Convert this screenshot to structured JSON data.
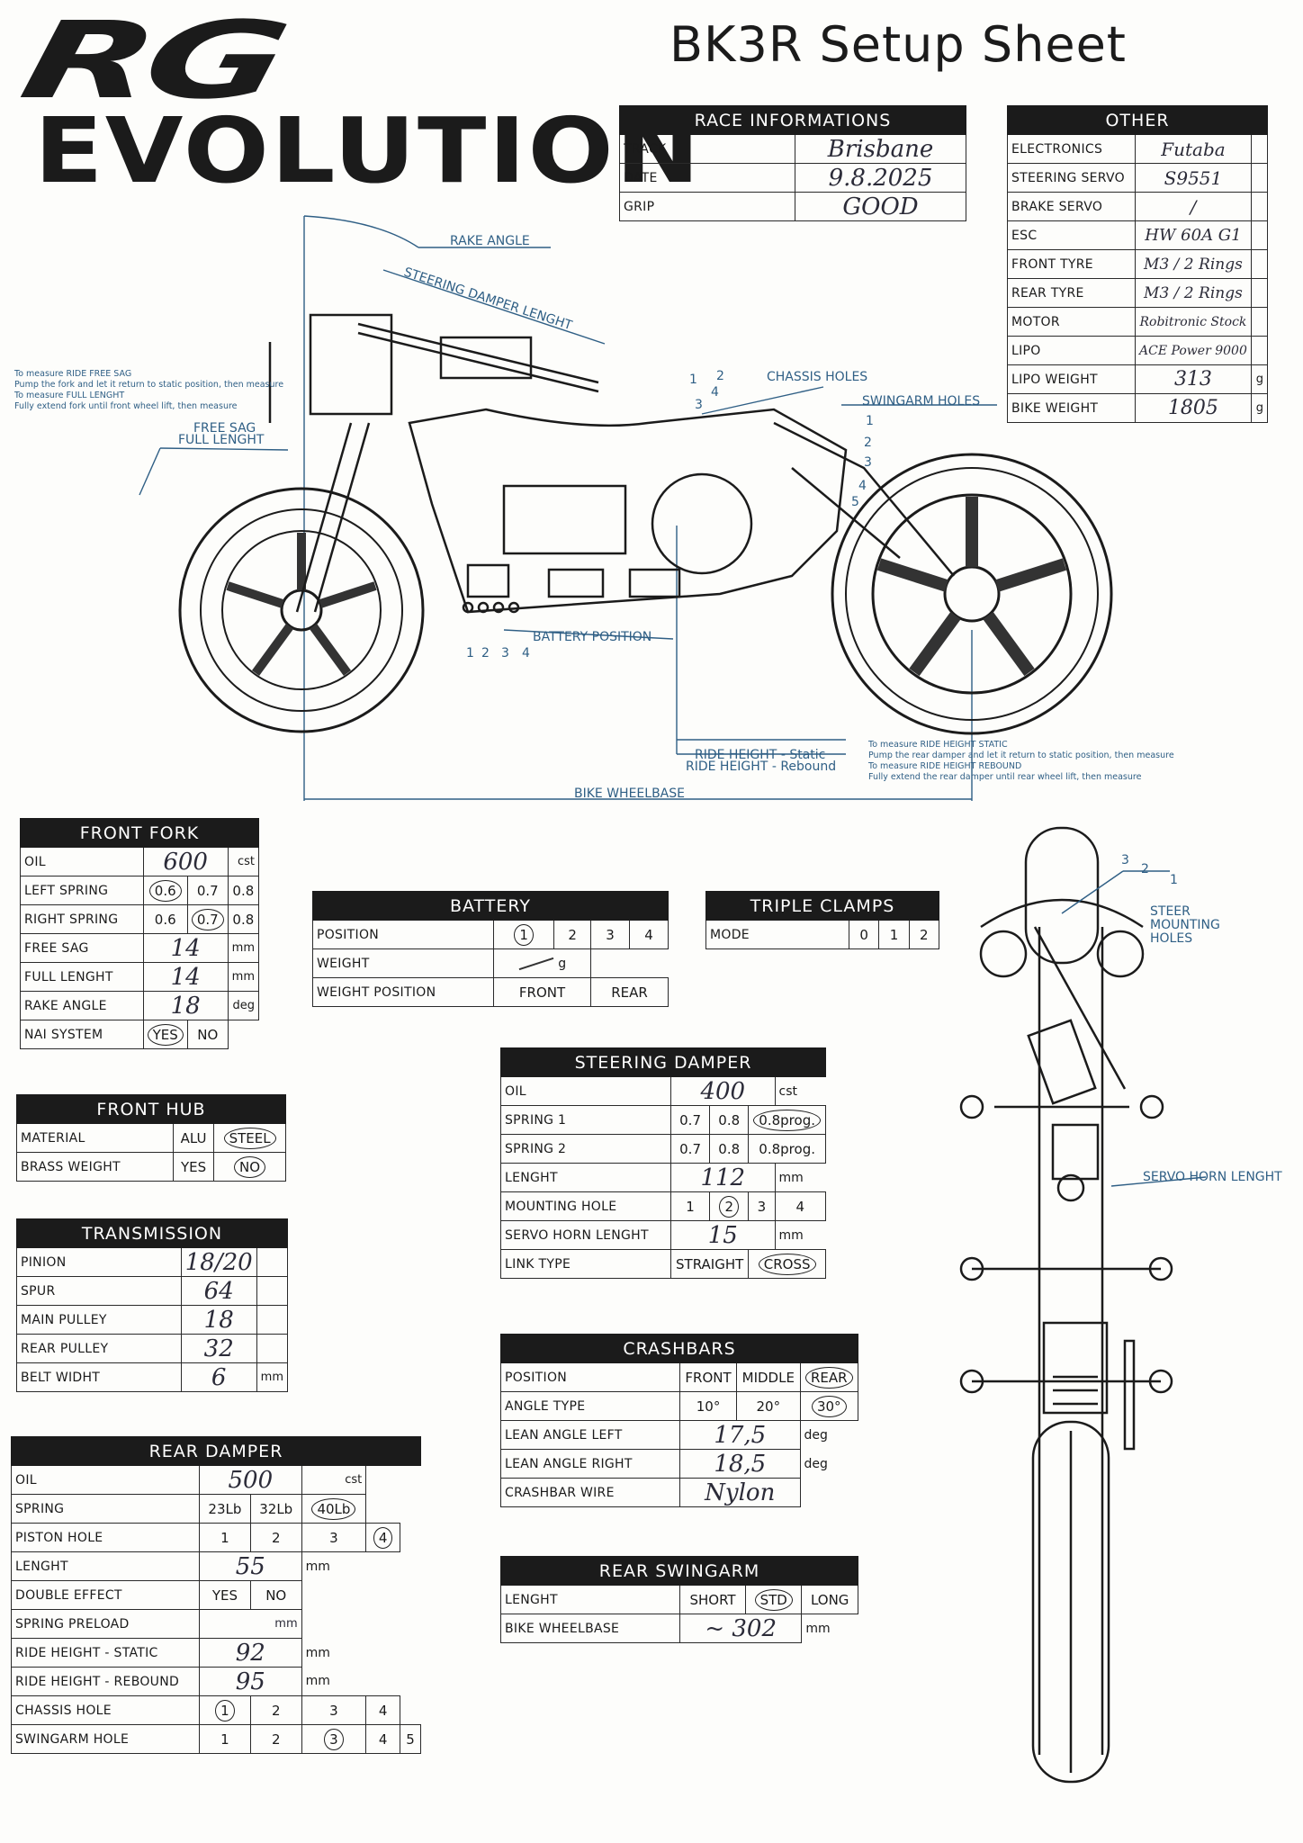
{
  "logo": {
    "line1": "RG",
    "line2": "EVOLUTION"
  },
  "title": "BK3R Setup Sheet",
  "race": {
    "header": "RACE INFORMATIONS",
    "rows": [
      {
        "label": "TRACK",
        "value": "Brisbane"
      },
      {
        "label": "DATE",
        "value": "9.8.2025"
      },
      {
        "label": "GRIP",
        "value": "GOOD"
      }
    ]
  },
  "other": {
    "header": "OTHER",
    "rows": [
      {
        "label": "ELECTRONICS",
        "value": "Futaba",
        "unit": ""
      },
      {
        "label": "STEERING SERVO",
        "value": "S9551",
        "unit": ""
      },
      {
        "label": "BRAKE SERVO",
        "value": "/",
        "unit": ""
      },
      {
        "label": "ESC",
        "value": "HW 60A G1",
        "unit": ""
      },
      {
        "label": "FRONT TYRE",
        "value": "M3 / 2 Rings",
        "unit": ""
      },
      {
        "label": "REAR TYRE",
        "value": "M3 / 2 Rings",
        "unit": ""
      },
      {
        "label": "MOTOR",
        "value": "Robitronic Stock",
        "unit": ""
      },
      {
        "label": "LIPO",
        "value": "ACE Power 9000",
        "unit": ""
      },
      {
        "label": "LIPO WEIGHT",
        "value": "313",
        "unit": "g"
      },
      {
        "label": "BIKE WEIGHT",
        "value": "1805",
        "unit": "g"
      }
    ]
  },
  "diagram_labels": {
    "rake_angle": "RAKE ANGLE",
    "steering_damper_length": "STEERING DAMPER LENGHT",
    "chassis_holes": "CHASSIS HOLES",
    "swingarm_holes": "SWINGARM HOLES",
    "free_sag": "FREE SAG",
    "full_length": "FULL LENGHT",
    "battery_position": "BATTERY POSITION",
    "ride_height_static": "RIDE HEIGHT - Static",
    "ride_height_rebound": "RIDE HEIGHT - Rebound",
    "bike_wheelbase": "BIKE WHEELBASE",
    "steer_mounting_holes": "STEER MOUNTING HOLES",
    "servo_horn_length": "SERVO HORN LENGHT",
    "chassis_hole_numbers": [
      "1",
      "2",
      "3",
      "4"
    ],
    "swingarm_hole_numbers": [
      "1",
      "2",
      "3",
      "4",
      "5"
    ],
    "battery_numbers": [
      "1",
      "2",
      "3",
      "4"
    ],
    "steer_hole_numbers": [
      "3",
      "2",
      "1"
    ],
    "note_front": [
      "To measure RIDE FREE SAG",
      "Pump the fork and let it return to static position, then measure",
      "To measure FULL LENGHT",
      "Fully extend fork until front wheel lift, then measure"
    ],
    "note_rear": [
      "To measure RIDE HEIGHT STATIC",
      "Pump the rear damper and let it return to static position, then measure",
      "To measure RIDE HEIGHT REBOUND",
      "Fully extend the rear damper until rear wheel lift, then measure"
    ]
  },
  "front_fork": {
    "header": "FRONT FORK",
    "oil": {
      "label": "OIL",
      "value": "600",
      "unit": "cst"
    },
    "left_spring": {
      "label": "LEFT SPRING",
      "options": [
        "0.6",
        "0.7",
        "0.8"
      ],
      "selected": "0.6"
    },
    "right_spring": {
      "label": "RIGHT SPRING",
      "options": [
        "0.6",
        "0.7",
        "0.8"
      ],
      "selected": "0.7"
    },
    "free_sag": {
      "label": "FREE SAG",
      "value": "14",
      "unit": "mm"
    },
    "full_length": {
      "label": "FULL LENGHT",
      "value": "14",
      "unit": "mm"
    },
    "rake_angle": {
      "label": "RAKE ANGLE",
      "value": "18",
      "unit": "deg"
    },
    "nai_system": {
      "label": "NAI SYSTEM",
      "options": [
        "YES",
        "NO"
      ],
      "selected": "YES"
    }
  },
  "front_hub": {
    "header": "FRONT HUB",
    "material": {
      "label": "MATERIAL",
      "options": [
        "ALU",
        "STEEL"
      ],
      "selected": "STEEL"
    },
    "brass_weight": {
      "label": "BRASS WEIGHT",
      "options": [
        "YES",
        "NO"
      ],
      "selected": "NO"
    }
  },
  "transmission": {
    "header": "TRANSMISSION",
    "rows": [
      {
        "label": "PINION",
        "value": "18/20",
        "unit": ""
      },
      {
        "label": "SPUR",
        "value": "64",
        "unit": ""
      },
      {
        "label": "MAIN PULLEY",
        "value": "18",
        "unit": ""
      },
      {
        "label": "REAR PULLEY",
        "value": "32",
        "unit": ""
      },
      {
        "label": "BELT WIDHT",
        "value": "6",
        "unit": "mm"
      }
    ]
  },
  "rear_damper": {
    "header": "REAR DAMPER",
    "oil": {
      "label": "OIL",
      "value": "500",
      "unit": "cst"
    },
    "spring": {
      "label": "SPRING",
      "options": [
        "23Lb",
        "32Lb",
        "40Lb"
      ],
      "selected": "40Lb"
    },
    "piston_hole": {
      "label": "PISTON HOLE",
      "options": [
        "1",
        "2",
        "3",
        "4"
      ],
      "selected": "4"
    },
    "length": {
      "label": "LENGHT",
      "value": "55",
      "unit": "mm"
    },
    "double_effect": {
      "label": "DOUBLE EFFECT",
      "options": [
        "YES",
        "NO"
      ],
      "selected": ""
    },
    "spring_preload": {
      "label": "SPRING PRELOAD",
      "value": "",
      "unit": "mm"
    },
    "ride_height_static": {
      "label": "RIDE HEIGHT - STATIC",
      "value": "92",
      "unit": "mm"
    },
    "ride_height_rebound": {
      "label": "RIDE HEIGHT - REBOUND",
      "value": "95",
      "unit": "mm"
    },
    "chassis_hole": {
      "label": "CHASSIS HOLE",
      "options": [
        "1",
        "2",
        "3",
        "4"
      ],
      "selected": "1"
    },
    "swingarm_hole": {
      "label": "SWINGARM HOLE",
      "options": [
        "1",
        "2",
        "3",
        "4",
        "5"
      ],
      "selected": "3"
    }
  },
  "battery": {
    "header": "BATTERY",
    "position": {
      "label": "POSITION",
      "options": [
        "1",
        "2",
        "3",
        "4"
      ],
      "selected": "1"
    },
    "weight": {
      "label": "WEIGHT",
      "value": "/",
      "unit": "g"
    },
    "weight_position": {
      "label": "WEIGHT POSITION",
      "options": [
        "FRONT",
        "REAR"
      ],
      "selected": ""
    }
  },
  "triple_clamps": {
    "header": "TRIPLE CLAMPS",
    "mode": {
      "label": "MODE",
      "options": [
        "0",
        "1",
        "2"
      ],
      "selected": ""
    }
  },
  "steering_damper": {
    "header": "STEERING DAMPER",
    "oil": {
      "label": "OIL",
      "value": "400",
      "unit": "cst"
    },
    "spring1": {
      "label": "SPRING 1",
      "options": [
        "0.7",
        "0.8",
        "0.8prog."
      ],
      "selected": "0.8prog."
    },
    "spring2": {
      "label": "SPRING 2",
      "options": [
        "0.7",
        "0.8",
        "0.8prog."
      ],
      "selected": ""
    },
    "length": {
      "label": "LENGHT",
      "value": "112",
      "unit": "mm"
    },
    "mounting_hole": {
      "label": "MOUNTING HOLE",
      "options": [
        "1",
        "2",
        "3",
        "4"
      ],
      "selected": "2"
    },
    "servo_horn": {
      "label": "SERVO HORN LENGHT",
      "value": "15",
      "unit": "mm"
    },
    "link_type": {
      "label": "LINK TYPE",
      "options": [
        "STRAIGHT",
        "CROSS"
      ],
      "selected": "CROSS"
    }
  },
  "crashbars": {
    "header": "CRASHBARS",
    "position": {
      "label": "POSITION",
      "options": [
        "FRONT",
        "MIDDLE",
        "REAR"
      ],
      "selected": "REAR"
    },
    "angle_type": {
      "label": "ANGLE TYPE",
      "options": [
        "10°",
        "20°",
        "30°"
      ],
      "selected": "30°"
    },
    "lean_left": {
      "label": "LEAN ANGLE LEFT",
      "value": "17,5",
      "unit": "deg"
    },
    "lean_right": {
      "label": "LEAN ANGLE RIGHT",
      "value": "18,5",
      "unit": "deg"
    },
    "wire": {
      "label": "CRASHBAR WIRE",
      "value": "Nylon",
      "unit": ""
    }
  },
  "rear_swingarm": {
    "header": "REAR SWINGARM",
    "length": {
      "label": "LENGHT",
      "options": [
        "SHORT",
        "STD",
        "LONG"
      ],
      "selected": "STD"
    },
    "wheelbase": {
      "label": "BIKE WHEELBASE",
      "value": "~ 302",
      "unit": "mm"
    }
  }
}
